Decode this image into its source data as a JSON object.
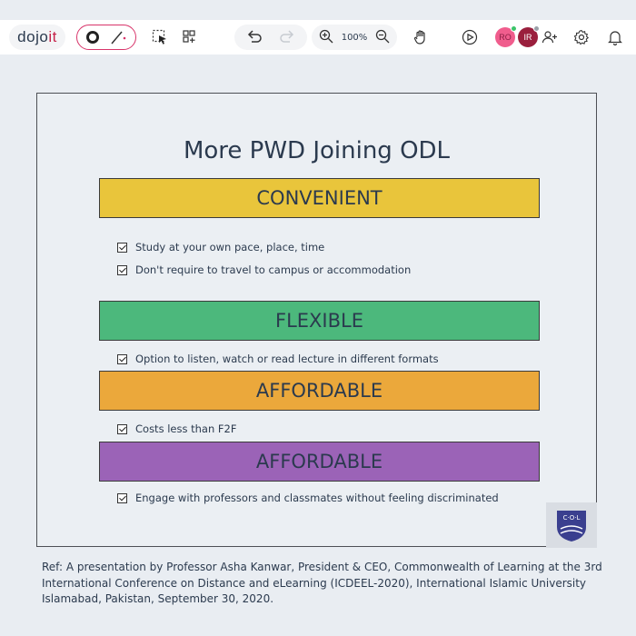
{
  "toolbar": {
    "logo_main": "dojo",
    "logo_accent": "it",
    "zoom_level": "100%",
    "avatars": [
      {
        "initials": "RO",
        "status_color": "#3cc46a"
      },
      {
        "initials": "IR",
        "status_color": "#9aa0a8"
      }
    ],
    "colors": {
      "accent": "#d8346a",
      "toolbar_bg": "#ffffff"
    }
  },
  "slide": {
    "title": "More PWD Joining ODL",
    "sections": [
      {
        "heading": "CONVENIENT",
        "color": "#e9c53b",
        "items": [
          "Study at your own pace, place, time",
          "Don't require to travel to campus or accommodation"
        ]
      },
      {
        "heading": "FLEXIBLE",
        "color": "#4cb87c",
        "items": [
          "Option to listen, watch or read lecture in different formats"
        ]
      },
      {
        "heading": "AFFORDABLE",
        "color": "#eba83b",
        "items": [
          "Costs less than F2F"
        ]
      },
      {
        "heading": "AFFORDABLE",
        "color": "#9b63b7",
        "items": [
          "Engage with professors and classmates without feeling discriminated"
        ]
      }
    ],
    "logo_text": "C·O·L"
  },
  "reference": {
    "text": "Ref: A presentation by Professor Asha Kanwar, President & CEO, Commonwealth of Learning at the 3rd International Conference on Distance and eLearning (ICDEEL-2020), International Islamic University Islamabad, Pakistan, September 30, 2020."
  }
}
